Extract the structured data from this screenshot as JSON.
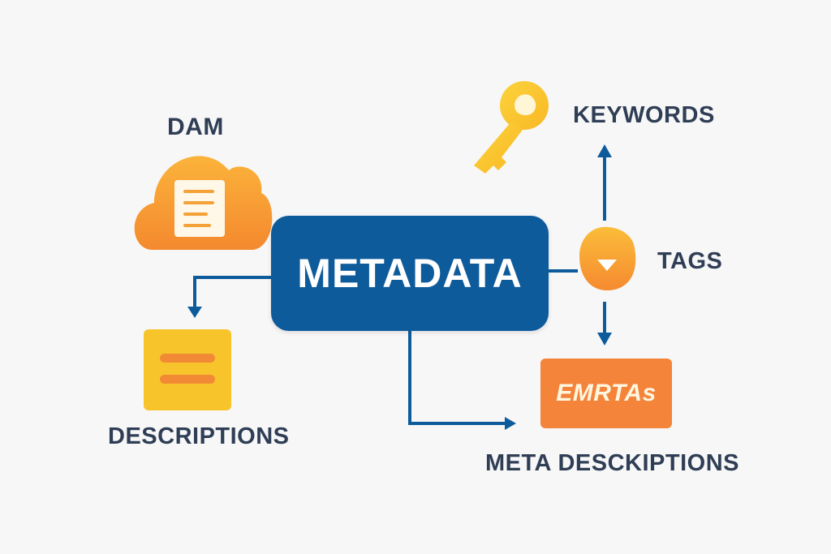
{
  "center": {
    "label": "METADATA"
  },
  "nodes": {
    "dam": {
      "label": "DAM",
      "icon": "cloud-document-icon"
    },
    "keywords": {
      "label": "KEYWORDS",
      "icon": "key-icon"
    },
    "tags": {
      "label": "TAGS",
      "icon": "tag-icon"
    },
    "descriptions": {
      "label": "DESCRIPTIONS",
      "icon": "text-lines-icon"
    },
    "meta_descriptions": {
      "label": "META DESCKIPTIONS",
      "box_text": "EMRTAs"
    }
  },
  "colors": {
    "primary": "#0e5b9c",
    "orange": "#f4843a",
    "yellow": "#f7c52b",
    "text": "#2f3e55",
    "background": "#f7f7f8"
  }
}
